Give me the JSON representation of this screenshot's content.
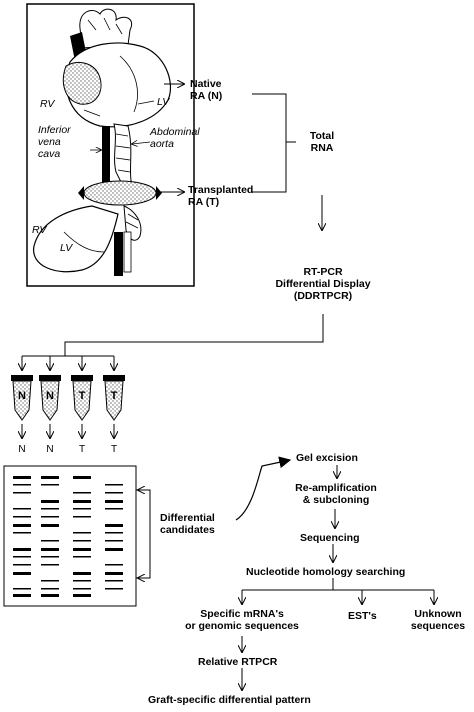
{
  "heart_labels": {
    "rv_top": "RV",
    "lv_top": "LV",
    "ivc": "Inferior\nvena\ncava",
    "aorta": "Abdominal\naorta",
    "rv_bottom": "RV",
    "lv_bottom": "LV"
  },
  "samples": {
    "native": "Native\nRA (N)",
    "transplanted": "Transplanted\nRA (T)",
    "total_rna": "Total\nRNA"
  },
  "rtpcr": "RT-PCR\nDifferential Display\n(DDRTPCR)",
  "tubes": [
    "N",
    "N",
    "T",
    "T"
  ],
  "lanes": [
    "N",
    "N",
    "T",
    "T"
  ],
  "differential": "Differential\ncandidates",
  "workflow": {
    "gel_excision": "Gel excision",
    "reamp": "Re-amplification\n& subcloning",
    "sequencing": "Sequencing",
    "homology": "Nucleotide homology searching",
    "specific": "Specific mRNA's\nor genomic sequences",
    "ests": "EST's",
    "unknown": "Unknown\nsequences",
    "relative": "Relative RTPCR",
    "graft": "Graft-specific differential pattern"
  }
}
